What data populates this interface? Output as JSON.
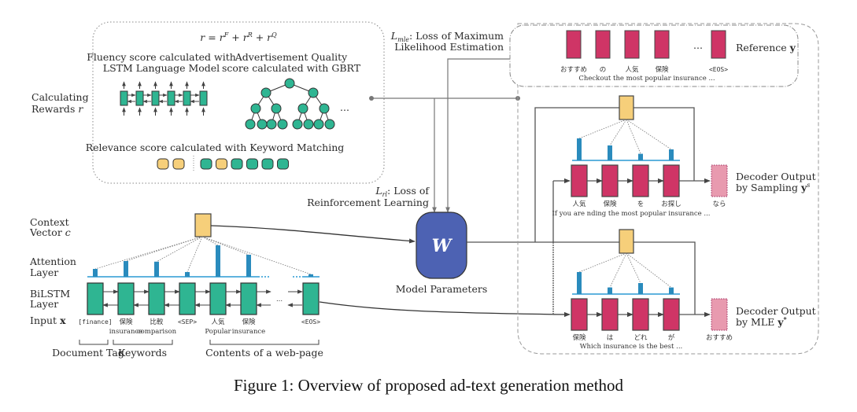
{
  "colors": {
    "encoder_cell": "#2fb592",
    "decoder_cell": "#cf3566",
    "sampled_cell": "#e89aaf",
    "context_vector": "#f6cf7a",
    "attention_bar": "#2a8bbd",
    "attention_base": "#5fb3de",
    "model_param": "#4d62b3",
    "stroke": "#444444",
    "line_gray": "#777777"
  },
  "reward_box": {
    "formula": "r = rF + rR + rQ",
    "formula_parts": {
      "r": "r",
      "eq": "=",
      "plus": "+",
      "f_sup": "F",
      "r_sup": "R",
      "q_sup": "Q"
    },
    "fluency_title_1": "Fluency score calculated with",
    "fluency_title_2": "LSTM Language Model",
    "quality_title_1": "Advertisement Quality",
    "quality_title_2": "score calculated with GBRT",
    "tree_ellipsis": "...",
    "relevance_title": "Relevance score calculated with Keyword Matching",
    "relevance_left_tokens": [
      "keyword",
      "keyword"
    ],
    "relevance_right_tokens": [
      "other",
      "keyword",
      "other",
      "other",
      "other",
      "other"
    ]
  },
  "left_labels": {
    "rewards_1": "Calculating",
    "rewards_2": "Rewards",
    "rewards_var": "r",
    "context_1": "Context",
    "context_2": "Vector",
    "context_var": "c",
    "attention_1": "Attention",
    "attention_2": "Layer",
    "bilstm_1": "BiLSTM",
    "bilstm_2": "Layer",
    "input": "Input",
    "input_var": "x"
  },
  "encoder": {
    "tokens": [
      "[finance]",
      "保険",
      "比較",
      "<SEP>",
      "人気",
      "保険",
      "<EOS>"
    ],
    "translations": [
      "",
      "insurance",
      "comparison",
      "",
      "Popular",
      "insurance",
      ""
    ],
    "attention": [
      0.25,
      0.5,
      0.48,
      0.15,
      1.0,
      0.7,
      0.08
    ],
    "ellipsis": "...",
    "groups": [
      {
        "label": "Document Tag"
      },
      {
        "label": "Keywords"
      },
      {
        "label": "Contents of a web-page"
      }
    ]
  },
  "losses": {
    "mle_symbol": "L",
    "mle_sub": "mle",
    "mle_text_1": ": Loss of Maximum",
    "mle_text_2": "Likelihood Estimation",
    "rl_symbol": "L",
    "rl_sub": "rl",
    "rl_text_1": ": Loss of",
    "rl_text_2": "Reinforcement Learning"
  },
  "model": {
    "symbol": "W",
    "label": "Model Parameters"
  },
  "reference": {
    "label": "Reference",
    "var": "y",
    "tokens": [
      "おすすめ",
      "の",
      "人気",
      "保険",
      "<EOS>"
    ],
    "ellipsis": "...",
    "translation": "Checkout the most popular insurance ..."
  },
  "decoder_sampling": {
    "label_1": "Decoder Output",
    "label_2": "by Sampling",
    "var": "y",
    "var_sup": "s",
    "tokens": [
      "人気",
      "保険",
      "を",
      "お探し"
    ],
    "next_token": "なら",
    "attention": [
      1.0,
      0.68,
      0.3,
      0.5
    ],
    "translation": "If you are   nding the most popular insurance ..."
  },
  "decoder_mle": {
    "label_1": "Decoder Output",
    "label_2": "by MLE",
    "var": "y",
    "var_sup": "*",
    "tokens": [
      "保険",
      "は",
      "どれ",
      "が"
    ],
    "next_token": "おすすめ",
    "attention": [
      1.0,
      0.3,
      0.5,
      0.3
    ],
    "translation": "Which insurance is the best ..."
  },
  "caption": "Figure 1: Overview of proposed ad-text generation method"
}
